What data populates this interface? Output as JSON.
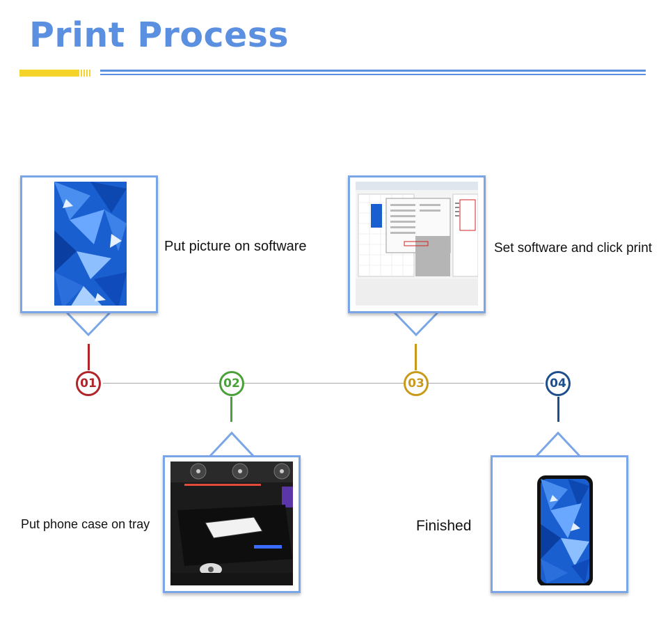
{
  "header": {
    "title": "Print Process"
  },
  "steps": [
    {
      "number": "01",
      "label": "Put picture on software",
      "color": "#b0242a"
    },
    {
      "number": "02",
      "label": "Put phone case on tray",
      "color": "#4aa13a"
    },
    {
      "number": "03",
      "label": "Set software and click print",
      "color": "#c99a1a"
    },
    {
      "number": "04",
      "label": "Finished",
      "color": "#1e4f8c"
    }
  ],
  "colors": {
    "accent_blue": "#5b8fe0",
    "frame_blue": "#7aa6e8",
    "accent_yellow": "#f5d42a"
  }
}
